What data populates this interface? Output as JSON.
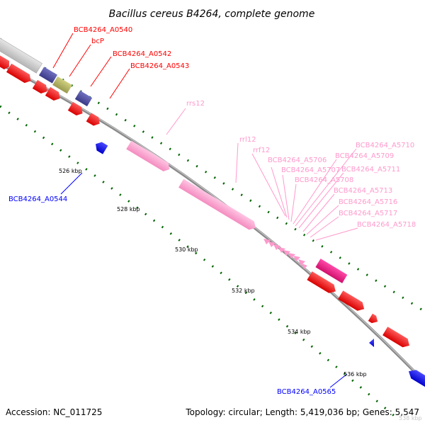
{
  "title": "Bacillus cereus B4264, complete genome",
  "footer": {
    "accession": "Accession: NC_011725",
    "topology": "Topology: circular; Length: 5,419,036 bp; Genes: 5,547"
  },
  "corner_tick_label": "538 kbp",
  "colors": {
    "forward_cds": "#ff0000",
    "reverse_cds": "#0000ff",
    "rrna": "#ff99cc",
    "trna": "#ff66b3",
    "misc_feature": "#e6157a",
    "other_gray": "#c8c8c8",
    "other_purple": "#50509b",
    "other_olive": "#b4b464",
    "tick": "#006400",
    "backbone": "#888888"
  },
  "tick_labels": [
    {
      "id": "526",
      "text": "526 kbp"
    },
    {
      "id": "528",
      "text": "528 kbp"
    },
    {
      "id": "530",
      "text": "530 kbp"
    },
    {
      "id": "532",
      "text": "532 kbp"
    },
    {
      "id": "534",
      "text": "534 kbp"
    },
    {
      "id": "536",
      "text": "536 kbp"
    }
  ],
  "feature_labels": {
    "red": [
      "BCB4264_A0540",
      "bcP",
      "BCB4264_A0542",
      "BCB4264_A0543"
    ],
    "blue": [
      "BCB4264_A0544",
      "BCB4264_A0565"
    ],
    "pink": [
      "rrs12",
      "rrl12",
      "rrf12",
      "BCB4264_A5706",
      "BCB4264_A5707",
      "BCB4264_A5708",
      "BCB4264_A5709",
      "BCB4264_A5710",
      "BCB4264_A5711",
      "BCB4264_A5713",
      "BCB4264_A5716",
      "BCB4264_A5717",
      "BCB4264_A5718"
    ]
  }
}
